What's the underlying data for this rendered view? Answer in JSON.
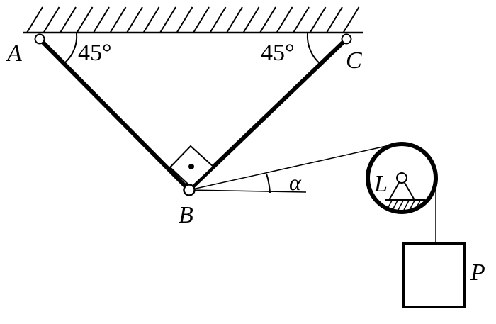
{
  "labels": {
    "point_a": "A",
    "point_b": "B",
    "point_c": "C",
    "point_l": "L",
    "weight": "P",
    "angle_a": "45°",
    "angle_c": "45°",
    "angle_alpha": "α"
  },
  "colors": {
    "ink": "#000000",
    "background": "#ffffff"
  }
}
